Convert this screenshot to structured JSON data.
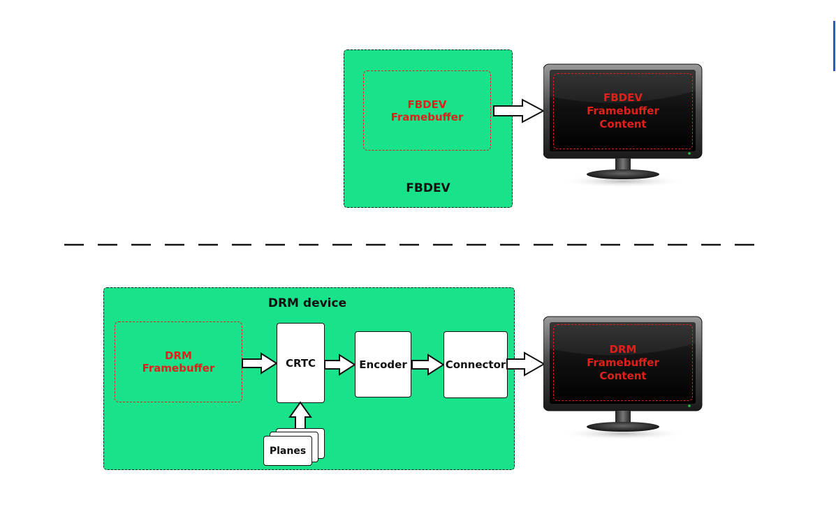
{
  "fbdev": {
    "container_label": "FBDEV",
    "framebuffer_label": "FBDEV\nFramebuffer",
    "monitor_content": "FBDEV\nFramebuffer\nContent"
  },
  "drm": {
    "container_label": "DRM device",
    "framebuffer_label": "DRM\nFramebuffer",
    "crtc_label": "CRTC",
    "encoder_label": "Encoder",
    "connector_label": "Connector",
    "planes_label": "Planes",
    "monitor_content": "DRM\nFramebuffer\nContent"
  },
  "colors": {
    "device_fill": "#19e38a",
    "framebuffer_text": "#e0201a"
  }
}
